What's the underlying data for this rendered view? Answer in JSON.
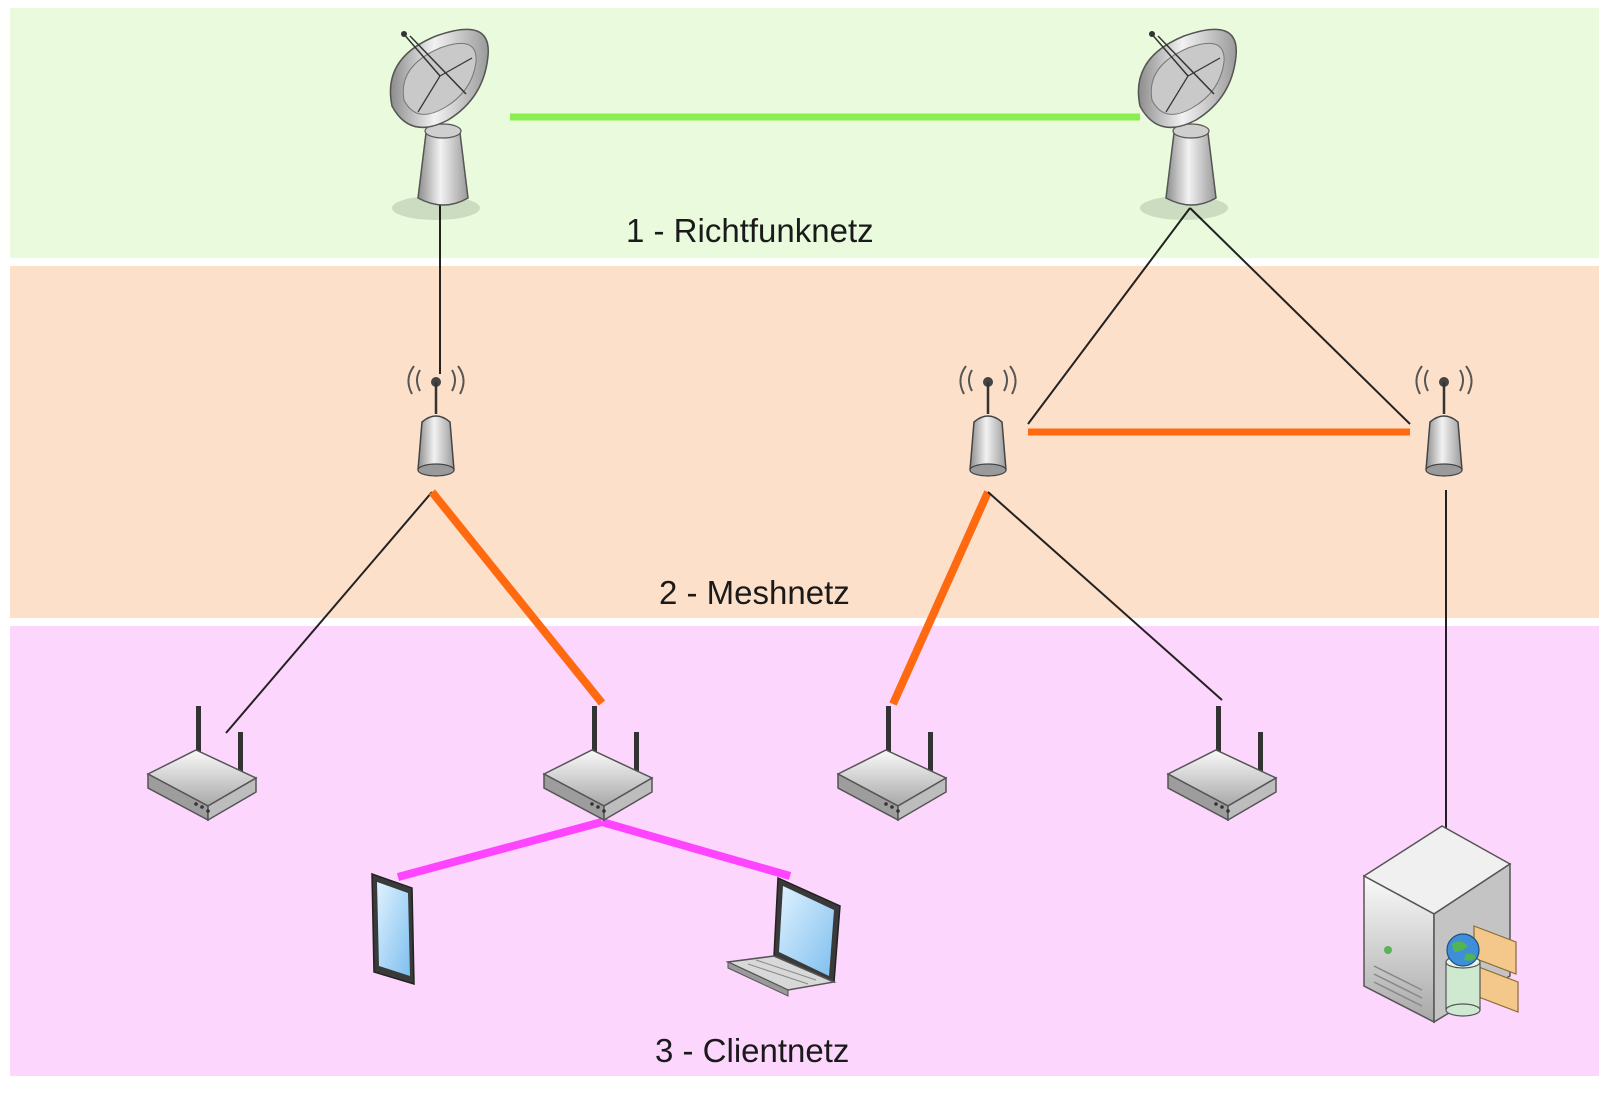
{
  "layers": {
    "richtfunk": {
      "label": "1 - Richtfunknetz",
      "color": "#e9fbdc"
    },
    "mesh": {
      "label": "2 - Meshnetz",
      "color": "#fde0ca"
    },
    "client": {
      "label": "3 - Clientnetz",
      "color": "#fdd6fd"
    }
  },
  "link_colors": {
    "richtfunk": "#8aee50",
    "mesh": "#ff6a10",
    "client": "#ff44ff",
    "plain": "#222222"
  },
  "devices": {
    "dish_left": "satellite-dish-icon",
    "dish_right": "satellite-dish-icon",
    "mesh_node_left": "wireless-access-point-icon",
    "mesh_node_mid": "wireless-access-point-icon",
    "mesh_node_right": "wireless-access-point-icon",
    "router_1": "wifi-router-icon",
    "router_2": "wifi-router-icon",
    "router_3": "wifi-router-icon",
    "router_4": "wifi-router-icon",
    "tablet": "tablet-icon",
    "laptop": "laptop-icon",
    "server": "server-icon"
  }
}
